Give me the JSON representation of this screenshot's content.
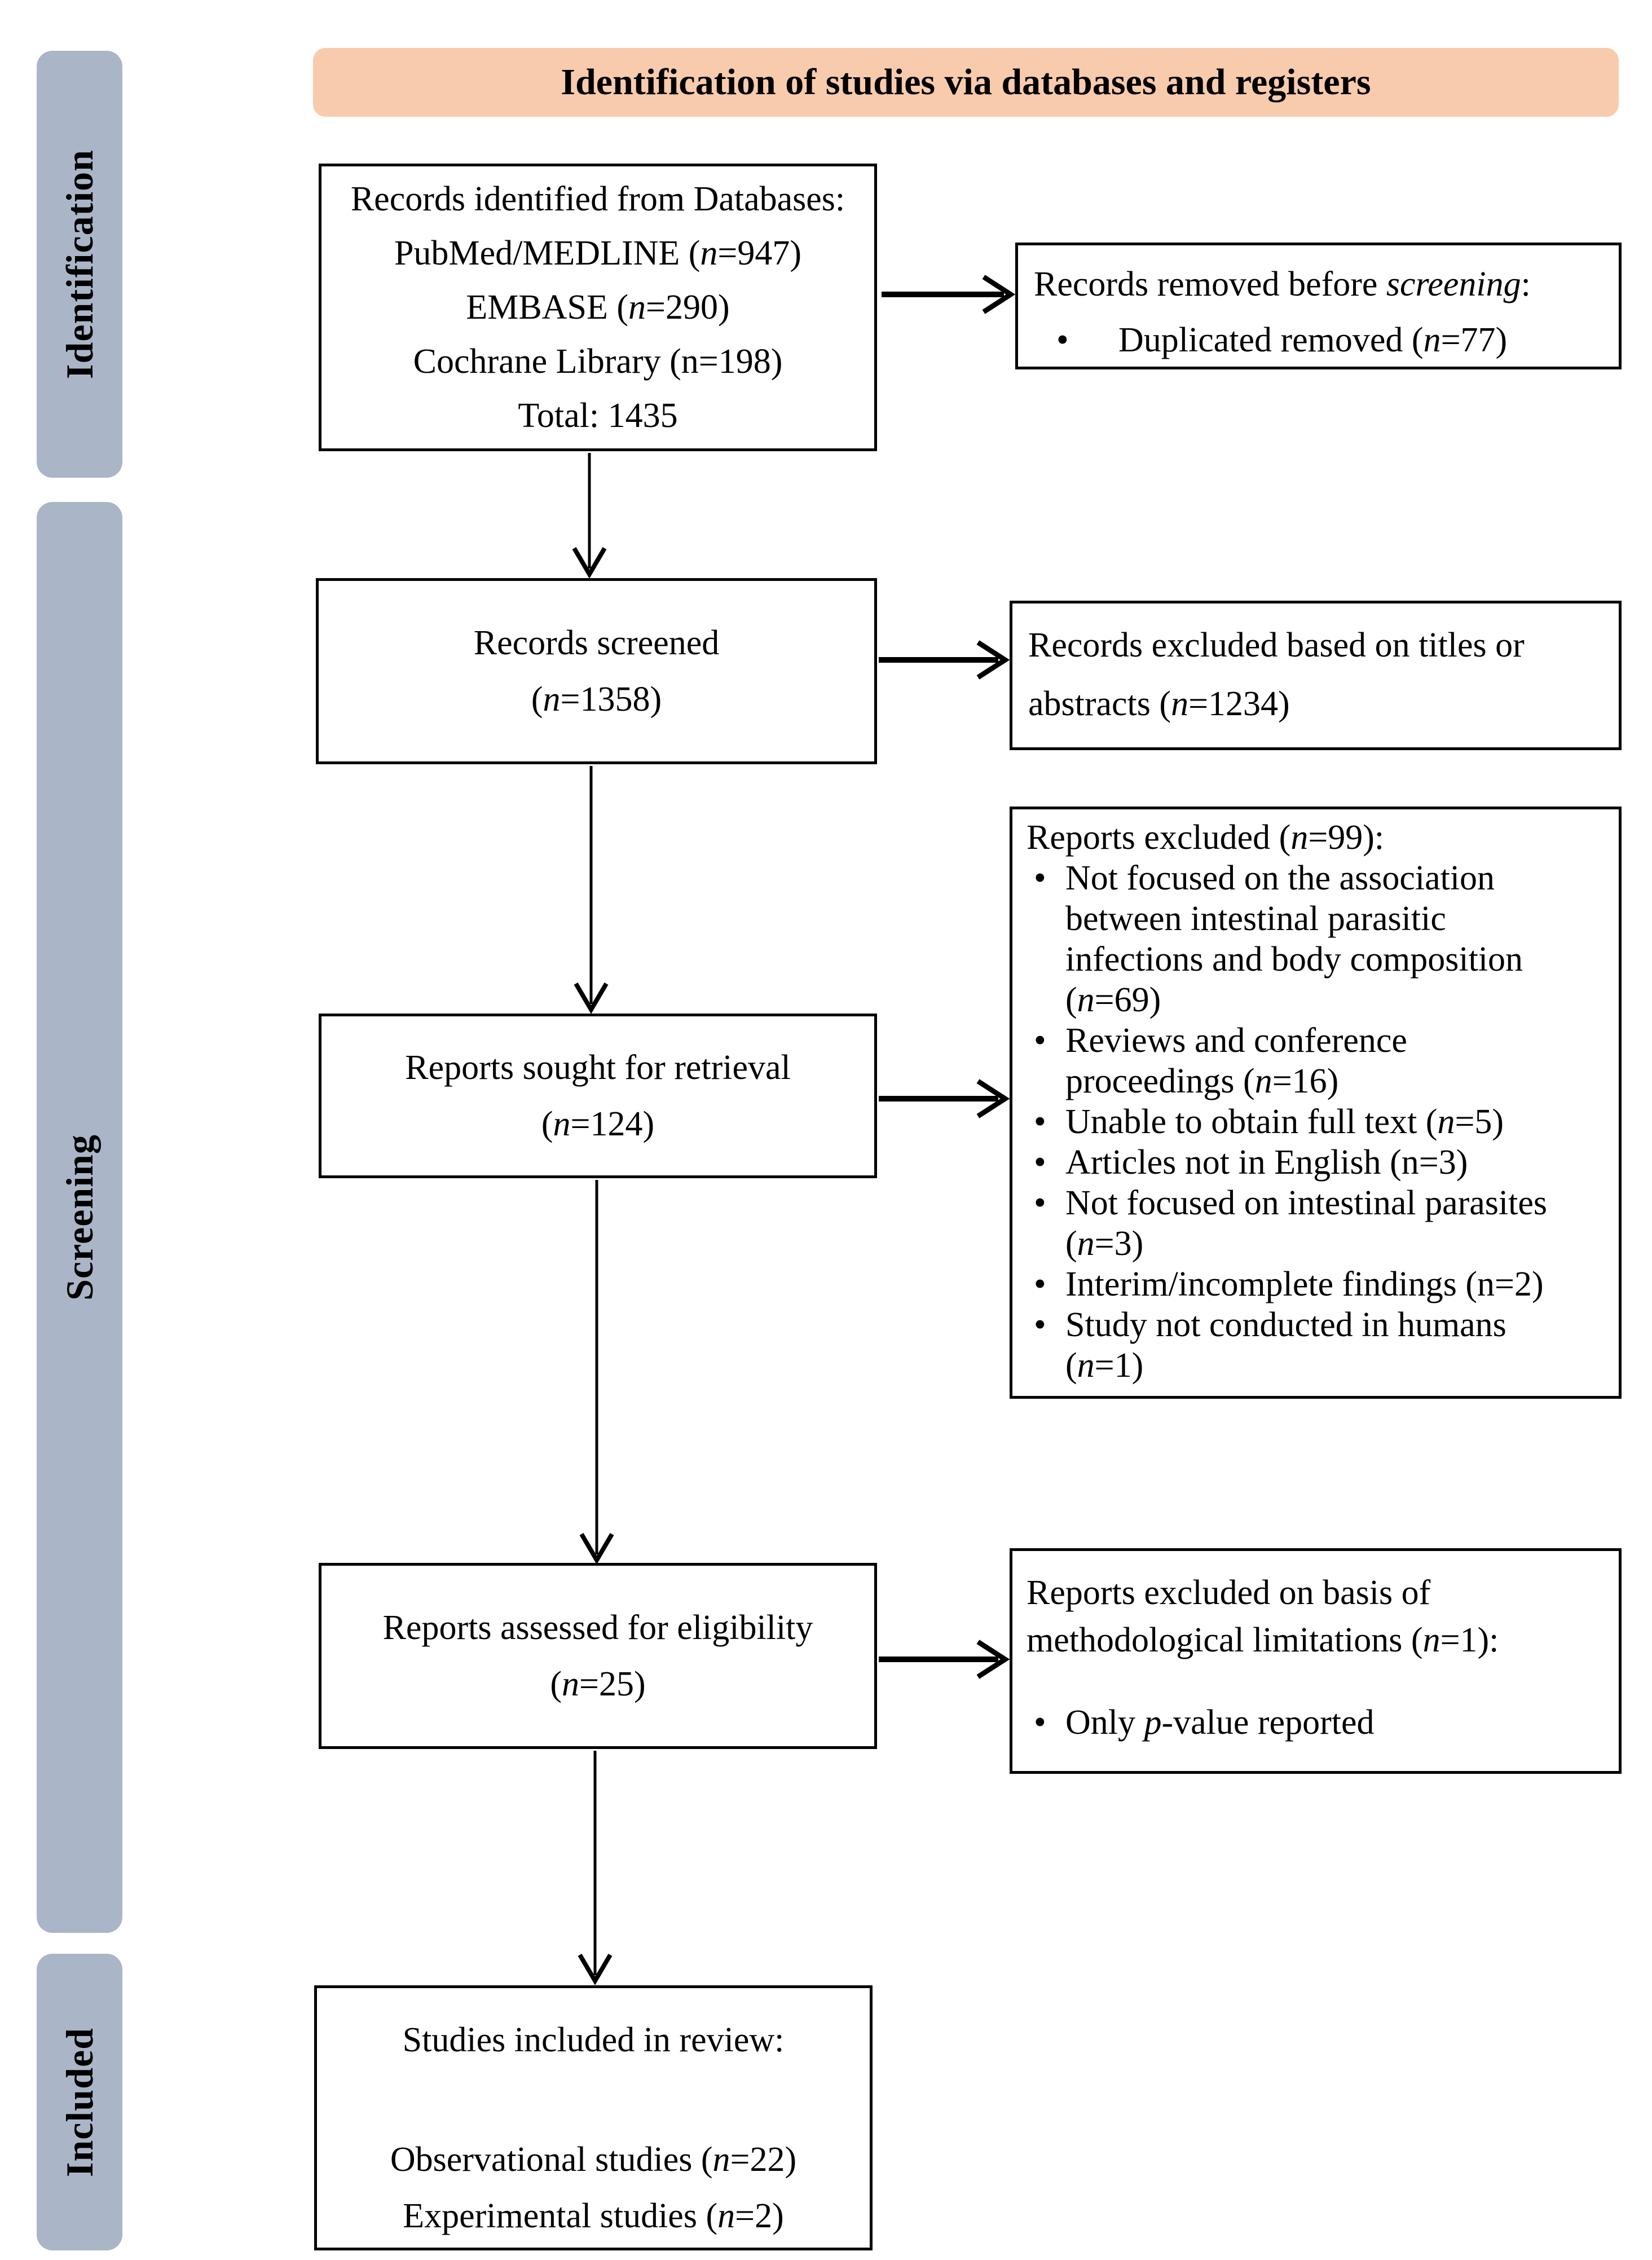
{
  "header": {
    "label": "Identification of studies via databases and registers"
  },
  "stages": [
    {
      "label": "Identification"
    },
    {
      "label": "Screening"
    },
    {
      "label": "Included"
    }
  ],
  "glyphs": {
    "bullet": "•"
  },
  "colors": {
    "banner_bg": "#f8cbad",
    "stage_bar_bg": "#aab6c7",
    "box_border": "#000000",
    "arrow": "#000000",
    "text": "#000000"
  },
  "flow": {
    "identified": {
      "lines": [
        {
          "pre": "Records identified from Databases:",
          "it": "",
          "post": ""
        },
        {
          "pre": "PubMed/MEDLINE (",
          "it": "n",
          "post": "=947)"
        },
        {
          "pre": "EMBASE (",
          "it": "n",
          "post": "=290)"
        },
        {
          "pre": "Cochrane Library (n=198)",
          "it": "",
          "post": ""
        },
        {
          "pre": "Total: 1435",
          "it": "",
          "post": ""
        }
      ]
    },
    "removed": {
      "title": {
        "pre": "Records removed before ",
        "it": "screening",
        "post": ":"
      },
      "bullets": [
        {
          "pre": "Duplicated removed (",
          "it": "n",
          "post": "=77)"
        }
      ]
    },
    "screened": {
      "lines": [
        {
          "pre": "Records screened",
          "it": "",
          "post": ""
        },
        {
          "pre": "(",
          "it": "n",
          "post": "=1358)"
        }
      ]
    },
    "excluded_screening": {
      "title": {
        "pre": "Records excluded based on titles or abstracts (",
        "it": "n",
        "post": "=1234)"
      }
    },
    "sought": {
      "lines": [
        {
          "pre": "Reports sought for retrieval",
          "it": "",
          "post": ""
        },
        {
          "pre": "(",
          "it": "n",
          "post": "=124)"
        }
      ]
    },
    "excluded_reports": {
      "title": {
        "pre": "Reports excluded (",
        "it": "n",
        "post": "=99):"
      },
      "bullets": [
        {
          "pre": "Not focused on the association between intestinal parasitic infections and body composition (",
          "it": "n",
          "post": "=69)"
        },
        {
          "pre": "Reviews and conference proceedings (",
          "it": "n",
          "post": "=16)"
        },
        {
          "pre": "Unable to obtain full text (",
          "it": "n",
          "post": "=5)"
        },
        {
          "pre": "Articles not in English (n=3)",
          "it": "",
          "post": ""
        },
        {
          "pre": "Not focused on intestinal parasites (",
          "it": "n",
          "post": "=3)"
        },
        {
          "pre": "Interim/incomplete findings (n=2)",
          "it": "",
          "post": ""
        },
        {
          "pre": "Study not conducted in humans (",
          "it": "n",
          "post": "=1)"
        }
      ]
    },
    "assessed": {
      "lines": [
        {
          "pre": "Reports assessed for eligibility",
          "it": "",
          "post": ""
        },
        {
          "pre": "(",
          "it": "n",
          "post": "=25)"
        }
      ]
    },
    "excluded_method": {
      "title": {
        "pre": "Reports excluded on basis of methodological limitations (",
        "it": "n",
        "post": "=1):"
      },
      "bullets": [
        {
          "pre": "Only ",
          "it": "p",
          "post": "-value reported"
        }
      ]
    },
    "included": {
      "lines": [
        {
          "pre": "Studies included in review:",
          "it": "",
          "post": ""
        },
        {
          "pre": "Observational studies (",
          "it": "n",
          "post": "=22)"
        },
        {
          "pre": "Experimental studies (",
          "it": "n",
          "post": "=2)"
        }
      ]
    }
  }
}
